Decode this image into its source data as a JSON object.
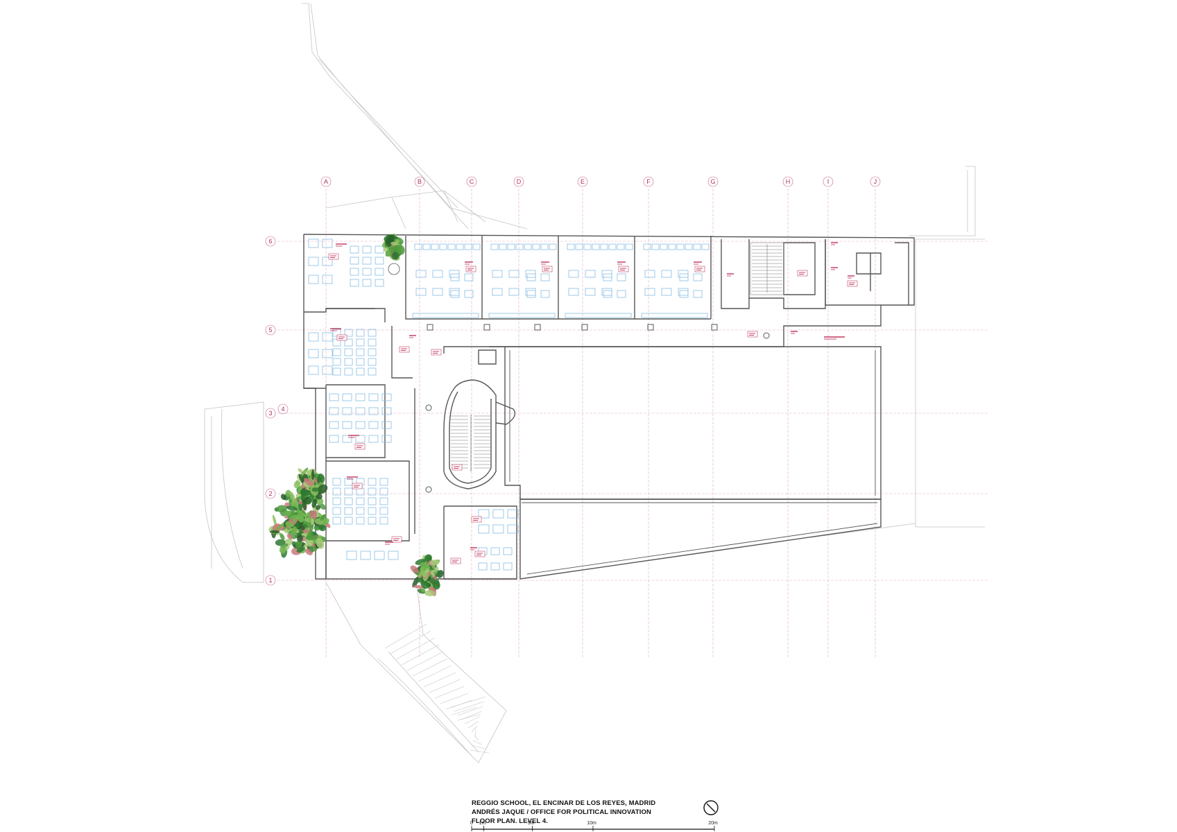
{
  "title_block": {
    "line1": "REGGIO SCHOOL, EL ENCINAR DE LOS REYES, MADRID",
    "line2": "ANDRÉS JAQUE / OFFICE FOR POLITICAL INNOVATION",
    "line3": "FLOOR PLAN. LEVEL 4."
  },
  "grid": {
    "columns": [
      "A",
      "B",
      "C",
      "D",
      "E",
      "F",
      "G",
      "H",
      "I",
      "J"
    ],
    "rows": [
      "6",
      "5",
      "4",
      "3",
      "2",
      "1"
    ]
  },
  "scale_bar": {
    "labels": [
      "0",
      "1m",
      "5m",
      "10m",
      "20m"
    ],
    "meters": [
      0,
      1,
      5,
      10,
      20
    ]
  },
  "north_arrow": {
    "icon": "north-arrow-icon"
  },
  "colors": {
    "walls": "#555555",
    "context_lines": "#bdbdbd",
    "grid_lines": "#e3a9c4",
    "grid_bubble": "#c8608e",
    "furniture": "#7fb6dd",
    "room_tags": "#b3123f",
    "vegetation": "#3d8a3a"
  }
}
